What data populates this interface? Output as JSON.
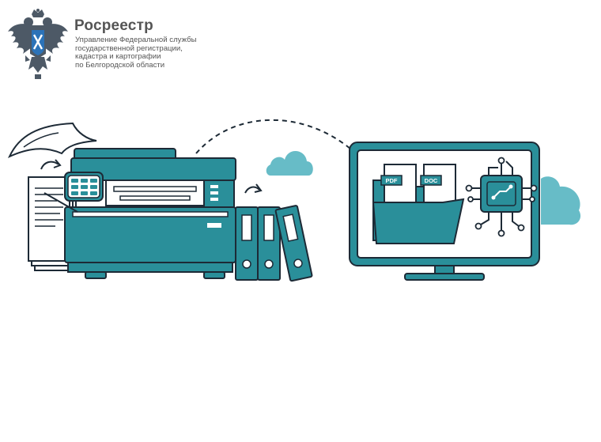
{
  "header": {
    "org_name": "Росреестр",
    "org_subtitle_lines": [
      "Управление Федеральной службы",
      "государственной регистрации,",
      "кадастра и картографии",
      "по Белгородской области"
    ]
  },
  "illustration": {
    "doc_labels": {
      "pdf": "PDF",
      "doc": "DOC"
    }
  },
  "colors": {
    "teal": "#2a8f9a",
    "cloud": "#67bcc7",
    "outline": "#1d2a36",
    "text_gray": "#555555"
  }
}
